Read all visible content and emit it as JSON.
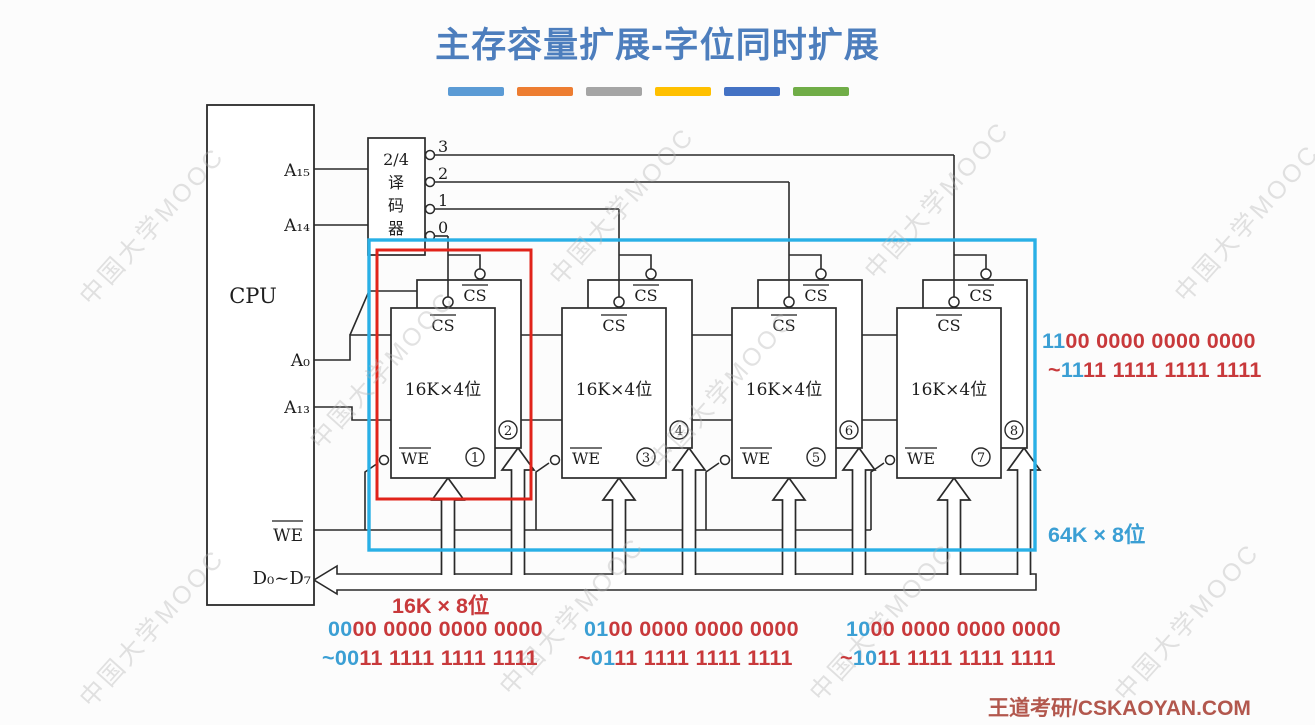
{
  "slide": {
    "title": "主存容量扩展-字位同时扩展",
    "footer": "王道考研/CSKAOYAN.COM",
    "watermark": "中国大学MOOC"
  },
  "accent_dashes": [
    "#5b9bd5",
    "#ed7d31",
    "#a5a5a5",
    "#ffc000",
    "#4472c4",
    "#70ad47"
  ],
  "cpu": {
    "label": "CPU",
    "pins": {
      "a15": "A₁₅",
      "a14": "A₁₄",
      "a0": "A₀",
      "a13": "A₁₃",
      "we": "WE",
      "data": "D₀~D₇"
    }
  },
  "decoder": {
    "title": "2/4",
    "chars": [
      "译",
      "码",
      "器"
    ],
    "outputs": [
      "3",
      "2",
      "1",
      "0"
    ]
  },
  "chips": {
    "cs": "CS",
    "we": "WE",
    "capacity": "16K×4位",
    "pairs": [
      {
        "front": "1",
        "back": "2"
      },
      {
        "front": "3",
        "back": "4"
      },
      {
        "front": "5",
        "back": "6"
      },
      {
        "front": "7",
        "back": "8"
      }
    ]
  },
  "annotations": {
    "group_capacity": "16K × 8位",
    "total_capacity": "64K × 8位",
    "right_range": [
      [
        {
          "t": "11",
          "c": "blue"
        },
        {
          "t": "00 0000 0000 0000",
          "c": "red"
        }
      ],
      [
        {
          "t": "~",
          "c": "red"
        },
        {
          "t": "11",
          "c": "blue"
        },
        {
          "t": "11 1111 1111 1111",
          "c": "red"
        }
      ]
    ],
    "bottom_ranges": [
      {
        "lines": [
          [
            {
              "t": "00",
              "c": "blue"
            },
            {
              "t": "00 0000 0000 0000",
              "c": "red"
            }
          ],
          [
            {
              "t": "~",
              "c": "blue"
            },
            {
              "t": "00",
              "c": "blue"
            },
            {
              "t": "11 1111 1111 1111",
              "c": "red"
            }
          ]
        ]
      },
      {
        "lines": [
          [
            {
              "t": "01",
              "c": "blue"
            },
            {
              "t": "00 0000 0000 0000",
              "c": "red"
            }
          ],
          [
            {
              "t": "~",
              "c": "red"
            },
            {
              "t": "01",
              "c": "blue"
            },
            {
              "t": "11 1111 1111 1111",
              "c": "red"
            }
          ]
        ]
      },
      {
        "lines": [
          [
            {
              "t": "10",
              "c": "blue"
            },
            {
              "t": "00 0000 0000 0000",
              "c": "red"
            }
          ],
          [
            {
              "t": "~",
              "c": "red"
            },
            {
              "t": "10",
              "c": "blue"
            },
            {
              "t": "11 1111 1111 1111",
              "c": "red"
            }
          ]
        ]
      }
    ]
  },
  "colors": {
    "title": "#4d7ebd",
    "red_box": "#e1231a",
    "blue_box": "#29b0e6",
    "red_text": "#c8393b",
    "blue_text": "#3b9fd4",
    "footer": "#b2574d",
    "line": "#2a2a2a"
  }
}
